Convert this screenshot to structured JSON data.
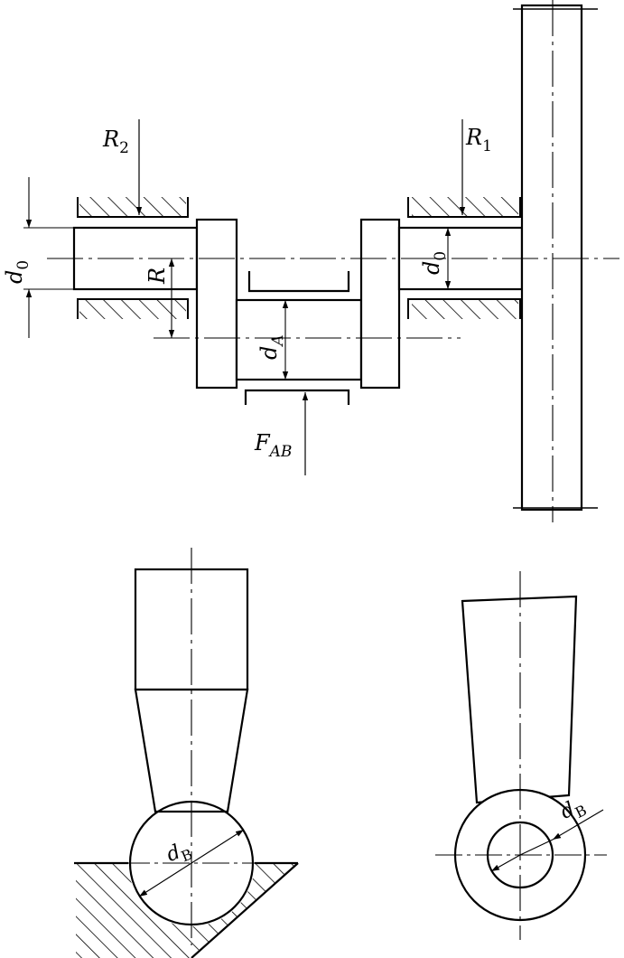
{
  "figure": {
    "top": {
      "labels": {
        "R2_base": "R",
        "R2_sub": "2",
        "R1_base": "R",
        "R1_sub": "1",
        "d0_left_base": "d",
        "d0_left_sub": "0",
        "d0_right_base": "d",
        "d0_right_sub": "0",
        "R": "R",
        "dA_base": "d",
        "dA_sub": "A",
        "FAB_base": "F",
        "FAB_sub": "AB"
      }
    },
    "bottom_left": {
      "labels": {
        "dB_base": "d",
        "dB_sub": "B"
      }
    },
    "bottom_right": {
      "labels": {
        "dB_base": "d",
        "dB_sub": "B"
      }
    }
  }
}
